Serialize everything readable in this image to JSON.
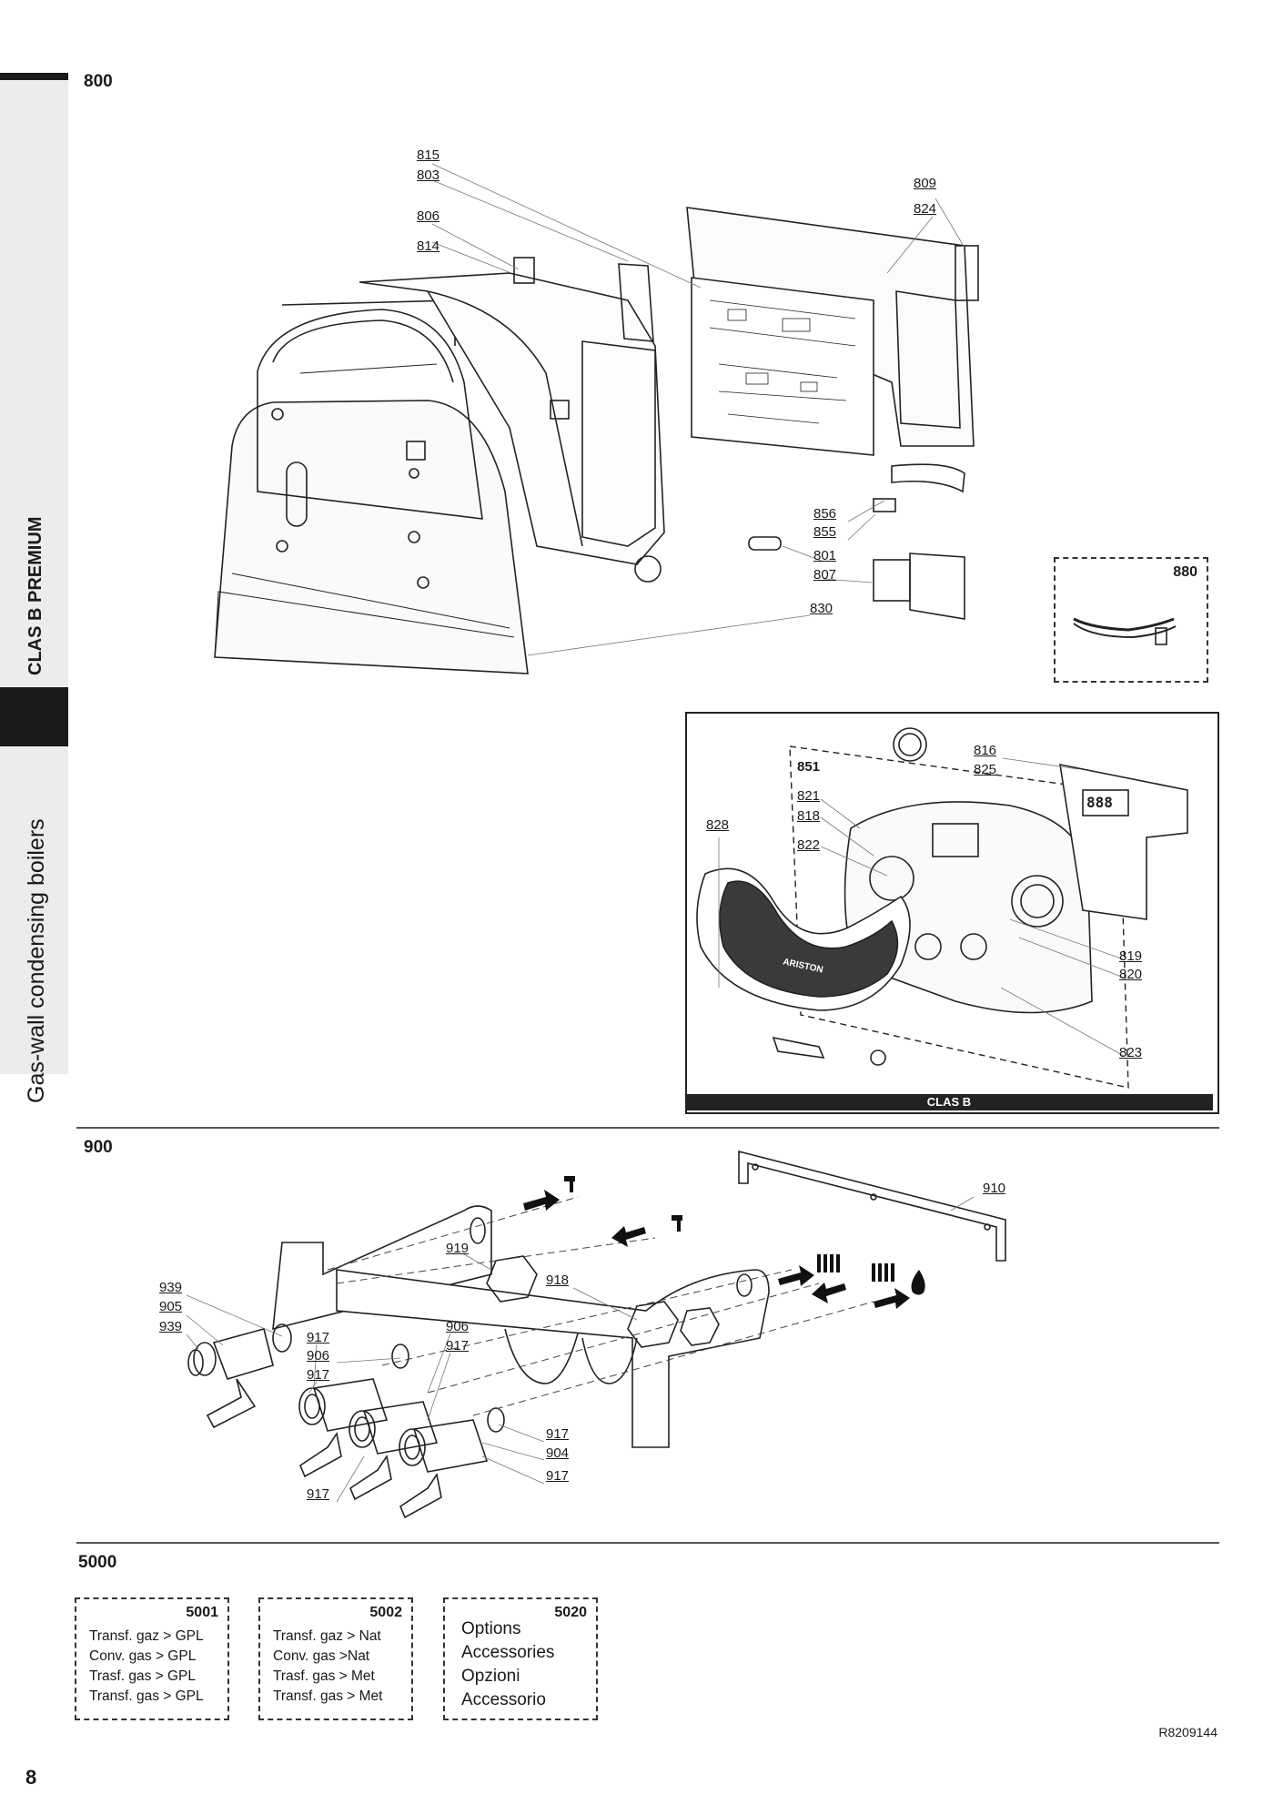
{
  "sidebar": {
    "series": "CLAS B PREMIUM",
    "subtitle": "Gas-wall condensing boilers"
  },
  "sections": {
    "s800": "800",
    "s900": "900",
    "s5000": "5000"
  },
  "labels800": {
    "l815": "815",
    "l803": "803",
    "l806": "806",
    "l814": "814",
    "l809": "809",
    "l824": "824",
    "l856": "856",
    "l855": "855",
    "l801": "801",
    "l807": "807",
    "l830": "830"
  },
  "box880": {
    "code": "880"
  },
  "clasb": {
    "caption": "CLAS B",
    "l851": "851",
    "l816": "816",
    "l825": "825",
    "l821": "821",
    "l818": "818",
    "l822": "822",
    "l828": "828",
    "l819": "819",
    "l820": "820",
    "l823": "823",
    "display": "888",
    "brand": "ARISTON"
  },
  "labels900": {
    "l910": "910",
    "l919": "919",
    "l918": "918",
    "l939a": "939",
    "l905": "905",
    "l939b": "939",
    "l917a": "917",
    "l906a": "906",
    "l917b": "917",
    "l906b": "906",
    "l917c": "917",
    "l917d": "917",
    "l904": "904",
    "l917e": "917",
    "l917f": "917"
  },
  "boxes5000": [
    {
      "code": "5001",
      "lines": [
        "Transf. gaz > GPL",
        "Conv. gas > GPL",
        "Trasf. gas > GPL",
        "Transf. gas > GPL"
      ]
    },
    {
      "code": "5002",
      "lines": [
        "Transf. gaz >  Nat",
        "Conv. gas >Nat",
        "Trasf. gas > Met",
        "Transf. gas > Met"
      ]
    },
    {
      "code": "5020",
      "lines": [
        "Options",
        "Accessories",
        "Opzioni",
        "Accessorio"
      ]
    }
  ],
  "footer": {
    "page_number": "8",
    "reference": "R8209144"
  }
}
